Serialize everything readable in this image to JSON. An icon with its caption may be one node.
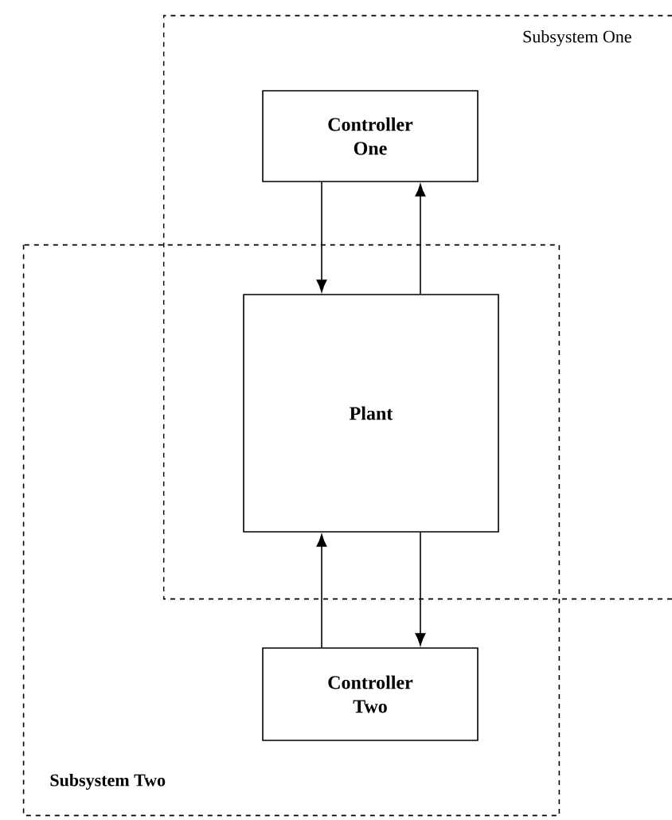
{
  "diagram": {
    "nodes": [
      {
        "text": [
          "Subsystem One"
        ]
      },
      {
        "text": [
          "Controller One"
        ],
        "in": 0
      },
      {
        "text": [
          "Plant"
        ]
      },
      {
        "text": [
          "Subsystem Two"
        ]
      },
      {
        "text": [
          "Controller Two"
        ],
        "in": 3
      }
    ],
    "edges": [
      {
        "from": 1,
        "to": 2,
        "arrow": "to"
      },
      {
        "from": 2,
        "to": 1,
        "arrow": "to"
      },
      {
        "from": 4,
        "to": 2,
        "arrow": "to"
      },
      {
        "from": 2,
        "to": 4,
        "arrow": "to"
      }
    ]
  }
}
